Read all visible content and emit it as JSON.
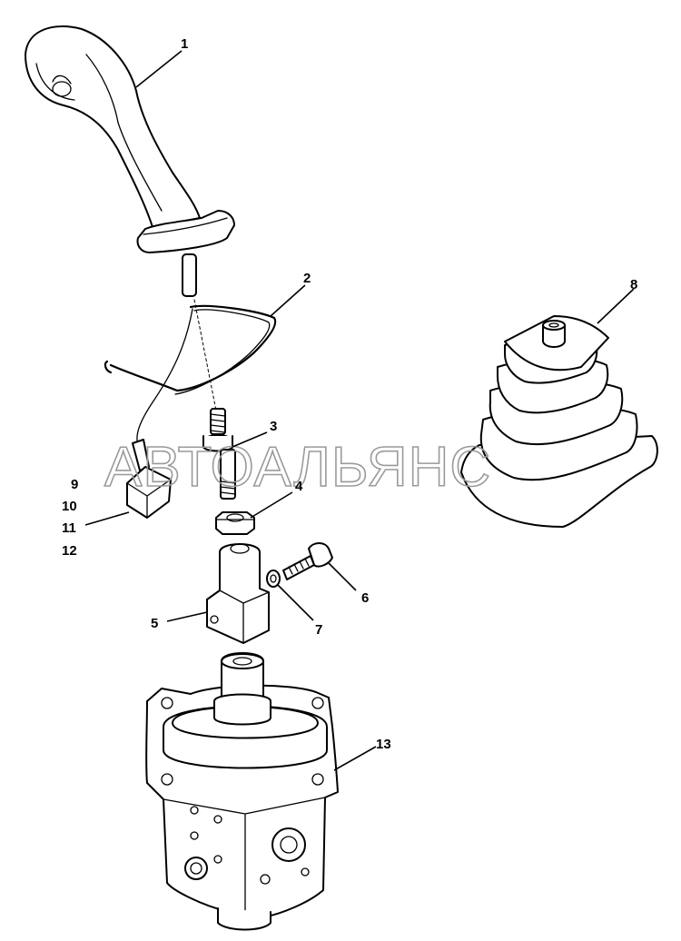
{
  "callouts": {
    "c1": "1",
    "c2": "2",
    "c3": "3",
    "c4": "4",
    "c5": "5",
    "c6": "6",
    "c7": "7",
    "c8": "8",
    "c9": "9",
    "c10": "10",
    "c11": "11",
    "c12": "12",
    "c13": "13"
  },
  "watermark": "АВТОАЛЬЯНС"
}
